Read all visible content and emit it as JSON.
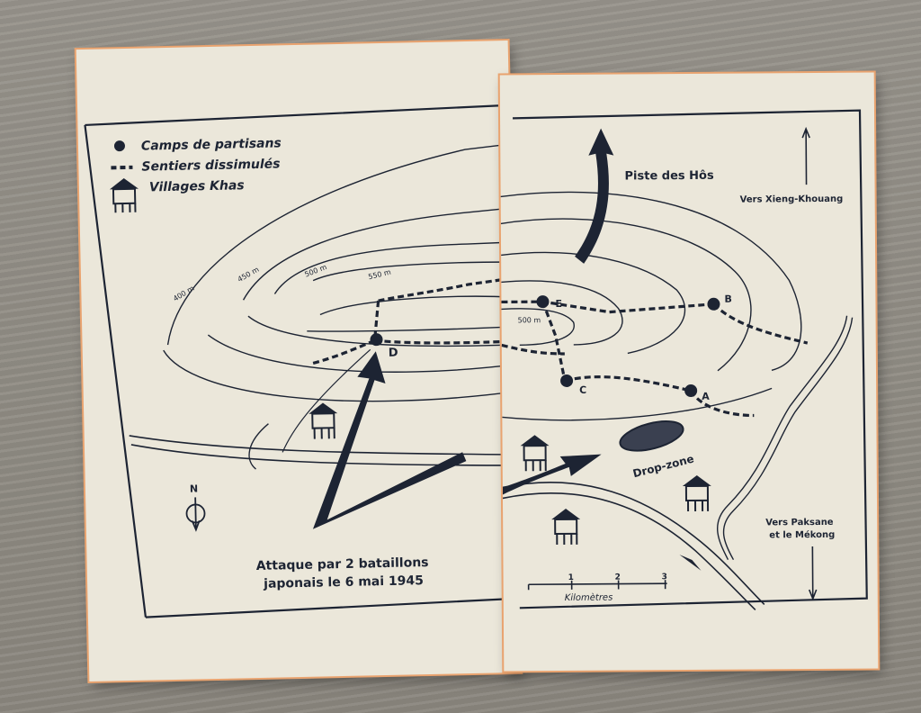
{
  "legend": {
    "camps": "Camps de partisans",
    "trails": "Sentiers dissimulés",
    "villages": "Villages Khas"
  },
  "contours": {
    "c400": "400 m",
    "c450": "450 m",
    "c500": "500 m",
    "c550": "550 m",
    "c500_right": "500 m"
  },
  "camps": {
    "a": "A",
    "b": "B",
    "c": "C",
    "d": "D",
    "e": "E"
  },
  "labels": {
    "piste": "Piste des Hôs",
    "xieng": "Vers Xieng-Khouang",
    "paksane_1": "Vers Paksane",
    "paksane_2": "et le Mékong",
    "dropzone": "Drop-zone",
    "attack_1": "Attaque par 2 bataillons",
    "attack_2": "japonais le 6 mai 1945",
    "north": "N",
    "km": "Kilomètres",
    "scale_1": "1",
    "scale_2": "2",
    "scale_3": "3"
  },
  "colors": {
    "ink": "#1d2433",
    "paper": "#ebe7da",
    "page_edge": "#e9a36f"
  }
}
